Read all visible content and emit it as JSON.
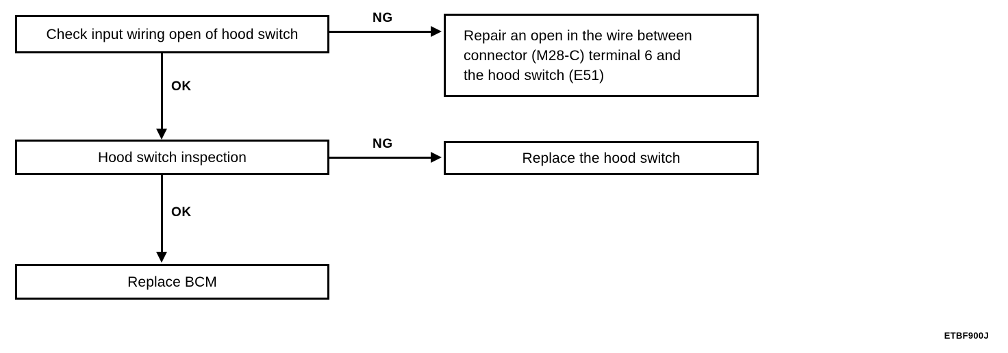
{
  "diagram": {
    "type": "troubleshooting-flowchart",
    "figure_code": "ETBF900J",
    "nodes": {
      "check_input_wiring": "Check input wiring open of hood switch",
      "repair_open_wire": "Repair an open in the wire between\nconnector (M28-C) terminal 6 and\nthe hood switch (E51)",
      "hood_switch_inspection": "Hood switch inspection",
      "replace_hood_switch": "Replace the hood switch",
      "replace_bcm": "Replace BCM"
    },
    "edges": {
      "check_to_inspection": "OK",
      "inspection_to_bcm": "OK",
      "check_to_repair": "NG",
      "inspection_to_replace_switch": "NG"
    },
    "colors": {
      "stroke": "#000000",
      "background": "#ffffff",
      "text": "#000000"
    }
  }
}
